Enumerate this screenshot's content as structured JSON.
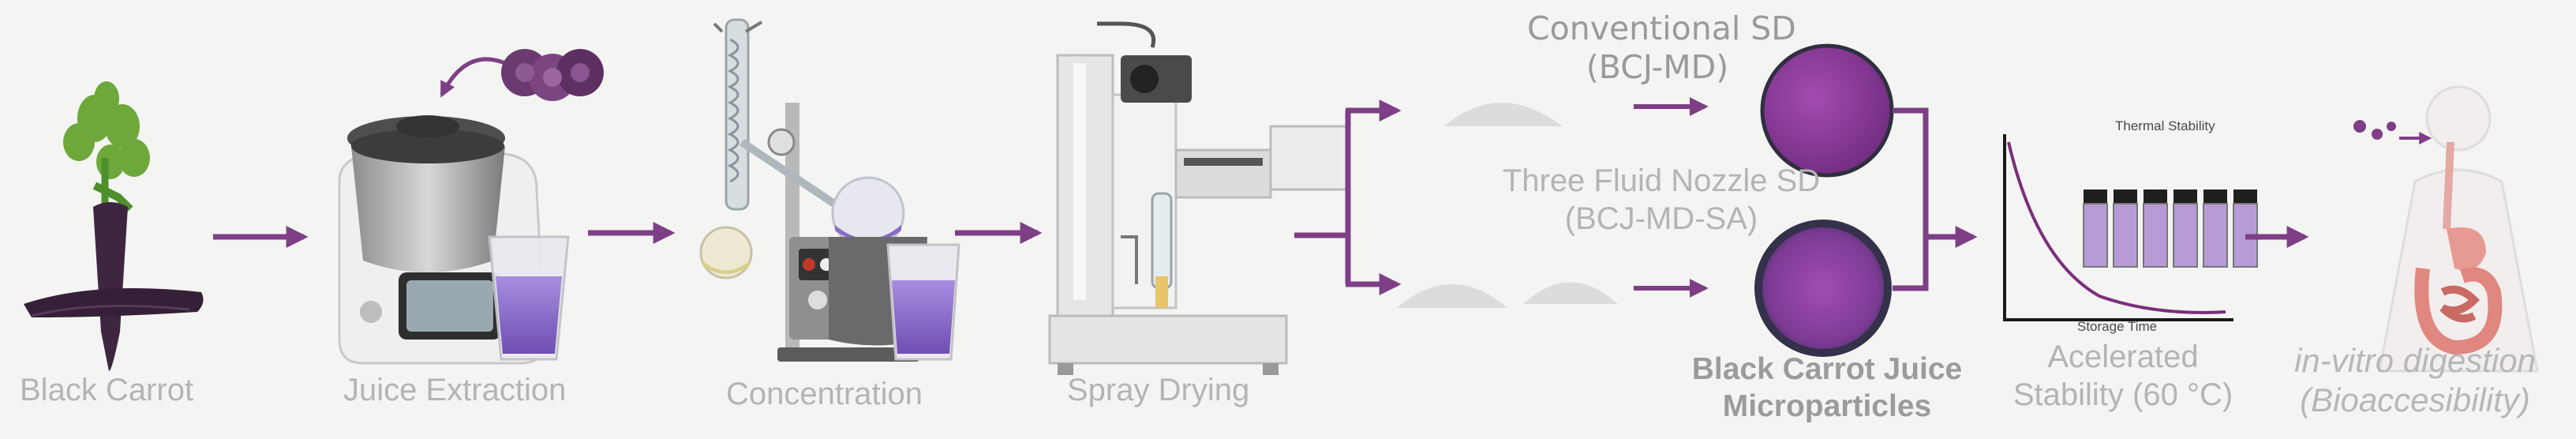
{
  "steps": {
    "black_carrot": "Black Carrot",
    "juice_extraction": "Juice Extraction",
    "concentration": "Concentration",
    "spray_drying": "Spray Drying"
  },
  "branches": {
    "conventional_line1": "Conventional SD",
    "conventional_line2": "(BCJ-MD)",
    "three_fluid_line1": "Three Fluid Nozzle SD",
    "three_fluid_line2": "(BCJ-MD-SA)"
  },
  "microparticles": {
    "line1": "Black Carrot Juice",
    "line2": "Microparticles"
  },
  "stability": {
    "plot_title": "Thermal Stability",
    "xaxis": "Storage Time",
    "line1": "Acelerated",
    "line2": "Stability (60 °C)"
  },
  "digestion": {
    "line1": "in-vitro digestion",
    "line2": "(Bioaccesibility)"
  },
  "colors": {
    "arrow": "#7e3f86",
    "juice": "#8c6bc8",
    "particle": "#8a3c96",
    "particle_edge": "#3f2a55",
    "powder": "#dcdcdc"
  }
}
